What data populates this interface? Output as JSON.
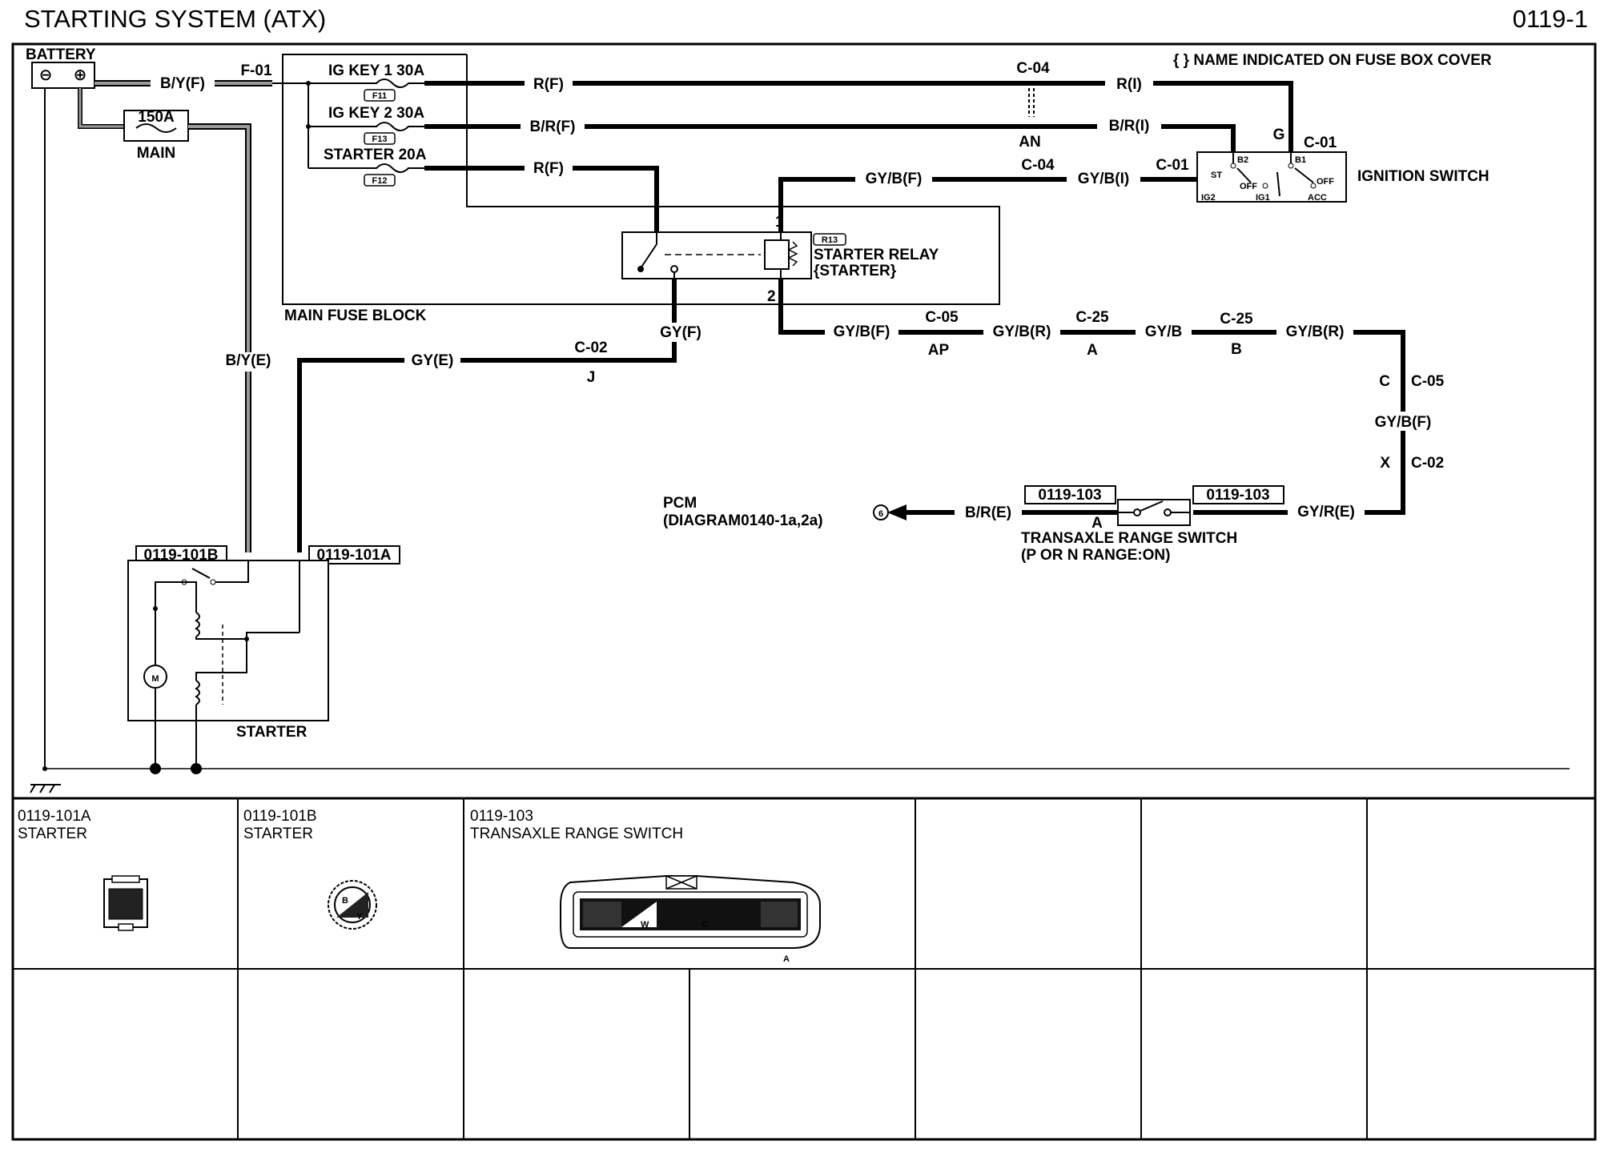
{
  "header": {
    "title": "STARTING SYSTEM (ATX)",
    "page_number": "0119-1"
  },
  "note": "{ } NAME INDICATED ON FUSE BOX COVER",
  "battery": {
    "label": "BATTERY",
    "minus": "⊖",
    "plus": "⊕"
  },
  "main_fuse": {
    "rating": "150A",
    "label": "MAIN"
  },
  "fuse_block": {
    "label": "MAIN FUSE BLOCK",
    "connector": "F-01",
    "fuses": [
      {
        "name": "IG KEY 1 30A",
        "tag": "F11"
      },
      {
        "name": "IG KEY 2 30A",
        "tag": "F13"
      },
      {
        "name": "STARTER 20A",
        "tag": "F12"
      }
    ]
  },
  "relay": {
    "tag": "R13",
    "name": "STARTER RELAY",
    "alias": "{STARTER}",
    "pin1": "1",
    "pin2": "2"
  },
  "ignition_switch": {
    "label": "IGNITION SWITCH",
    "pins": {
      "g": "G",
      "st": "ST",
      "b2": "B2",
      "b1": "B1",
      "ig2": "IG2",
      "ig1": "IG1",
      "acc": "ACC",
      "off1": "OFF",
      "off2": "OFF"
    }
  },
  "wires": {
    "b_y_f": "B/Y(F)",
    "r_f_1": "R(F)",
    "b_r_f": "B/R(F)",
    "r_f_2": "R(F)",
    "r_i": "R(I)",
    "b_r_i": "B/R(I)",
    "gy_b_f": "GY/B(F)",
    "gy_b_i": "GY/B(I)",
    "gy_f": "GY(F)",
    "gy_e": "GY(E)",
    "b_y_e": "B/Y(E)",
    "gy_b_f_2": "GY/B(F)",
    "gy_b_r_1": "GY/B(R)",
    "gy_b": "GY/B",
    "gy_b_r_2": "GY/B(R)",
    "gy_b_f_3": "GY/B(F)",
    "gy_r_e": "GY/R(E)",
    "b_r_e": "B/R(E)"
  },
  "connectors": {
    "c04_top": "C-04",
    "c04_an": "AN",
    "c04_mid": "C-04",
    "c01_g": "C-01",
    "c01_g_pin": "G",
    "c01_st": "C-01",
    "c05_top": "C-05",
    "c05_ap": "AP",
    "c25_a": "C-25",
    "c25_a_pin": "A",
    "c25_b": "C-25",
    "c25_b_pin": "B",
    "c02": "C-02",
    "c02_j": "J",
    "c05_c_pin": "C",
    "c05_c": "C-05",
    "c02_x_pin": "X",
    "c02_x": "C-02",
    "trs_a": "A"
  },
  "pcm": {
    "line1": "PCM",
    "line2": "(DIAGRAM0140-1a,2a)",
    "circle": "6"
  },
  "transaxle_switch": {
    "ref_left": "0119-103",
    "ref_right": "0119-103",
    "name": "TRANSAXLE RANGE SWITCH",
    "note": "(P OR N RANGE:ON)"
  },
  "starter": {
    "label": "STARTER",
    "ref_b": "0119-101B",
    "ref_a": "0119-101A",
    "motor": "M"
  },
  "connector_table": {
    "cells": [
      {
        "code": "0119-101A",
        "name": "STARTER"
      },
      {
        "code": "0119-101B",
        "name": "STARTER"
      },
      {
        "code": "0119-103",
        "name": "TRANSAXLE RANGE SWITCH"
      }
    ],
    "glyphs": {
      "b_pin": "B",
      "w_pin": "W",
      "y_pin": "Y",
      "c_pin": "C",
      "a_pin": "A"
    }
  },
  "colors": {
    "ink": "#000000",
    "paper": "#ffffff",
    "grey_wire": "#9a9a9a"
  }
}
